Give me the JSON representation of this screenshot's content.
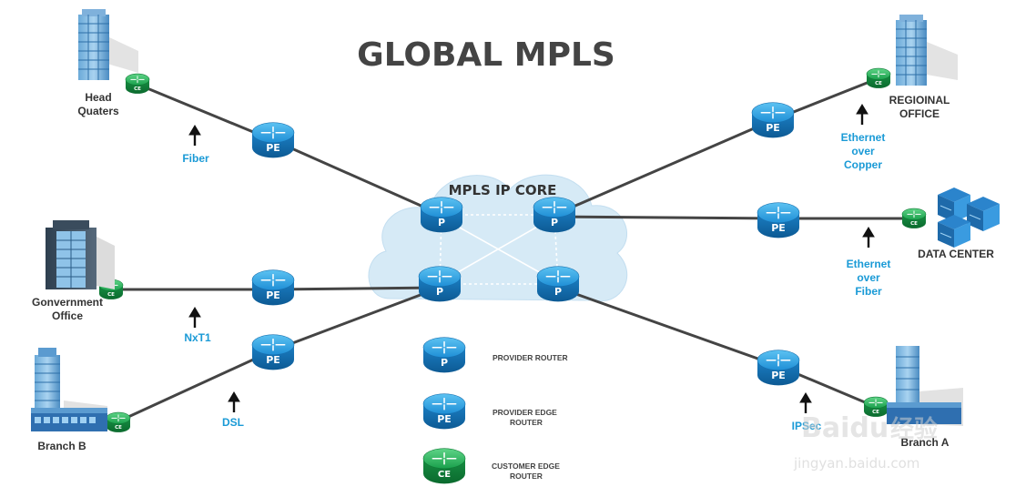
{
  "diagram": {
    "title": "GLOBAL MPLS",
    "core_label": "MPLS IP CORE",
    "sites": {
      "head_quarters": [
        "Head",
        "Quaters"
      ],
      "government_office": [
        "Gonvernment",
        "Office"
      ],
      "branch_b": [
        "Branch B"
      ],
      "regional_office": [
        "REGIOINAL",
        "OFFICE"
      ],
      "data_center": [
        "DATA CENTER"
      ],
      "branch_a": [
        "Branch A"
      ]
    },
    "links": {
      "fiber": [
        "Fiber"
      ],
      "nxt1": [
        "NxT1"
      ],
      "dsl": [
        "DSL"
      ],
      "ethernet_copper": [
        "Ethernet",
        "over",
        "Copper"
      ],
      "ethernet_fiber": [
        "Ethernet",
        "over",
        "Fiber"
      ],
      "ipsec": [
        "IPSec"
      ]
    },
    "router_labels": {
      "p": "P",
      "pe": "PE",
      "ce": "CE"
    },
    "legend": {
      "provider": [
        "PROVIDER ROUTER"
      ],
      "provider_edge": [
        "PROVIDER EDGE",
        "ROUTER"
      ],
      "customer_edge": [
        "CUSTOMER EDGE",
        "ROUTER"
      ]
    },
    "watermark": {
      "brand": "Baidu",
      "cn": "经验",
      "url": "jingyan.baidu.com"
    },
    "colors": {
      "router_blue": "#1f8fd6",
      "router_green": "#1aa04c",
      "link_blue": "#1a9ad6",
      "cloud": "#d6eaf6",
      "line": "#444444"
    }
  }
}
